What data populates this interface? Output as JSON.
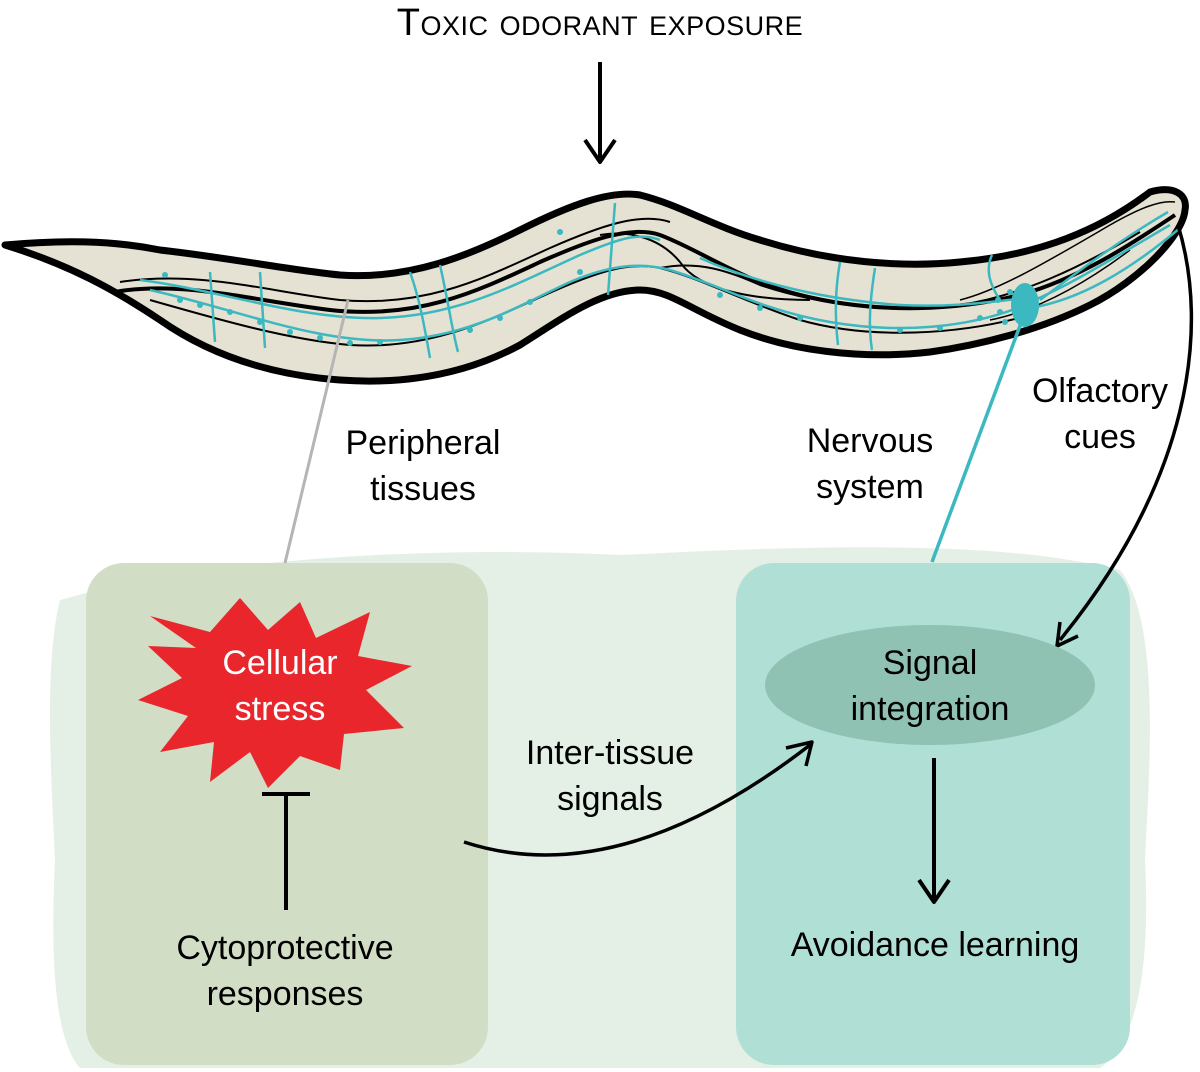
{
  "title": "Toxic odorant exposure",
  "labels": {
    "peripheral": [
      "Peripheral",
      "tissues"
    ],
    "nervous": [
      "Nervous",
      "system"
    ],
    "olfactory": [
      "Olfactory",
      "cues"
    ],
    "stress": [
      "Cellular",
      "stress"
    ],
    "cytoprotective": [
      "Cytoprotective",
      "responses"
    ],
    "intertissue": [
      "Inter-tissue",
      "signals"
    ],
    "integration": [
      "Signal",
      "integration"
    ],
    "avoidance": "Avoidance learning"
  },
  "colors": {
    "worm_fill": "#e6e2d3",
    "neuron": "#3bb8c0",
    "background_wash": "#e4f0e6",
    "peripheral_box": "#d2ddc6",
    "nervous_box": "#afdfd5",
    "integration_ellipse": "#8fc2b3",
    "stress_burst": "#e8262c"
  }
}
